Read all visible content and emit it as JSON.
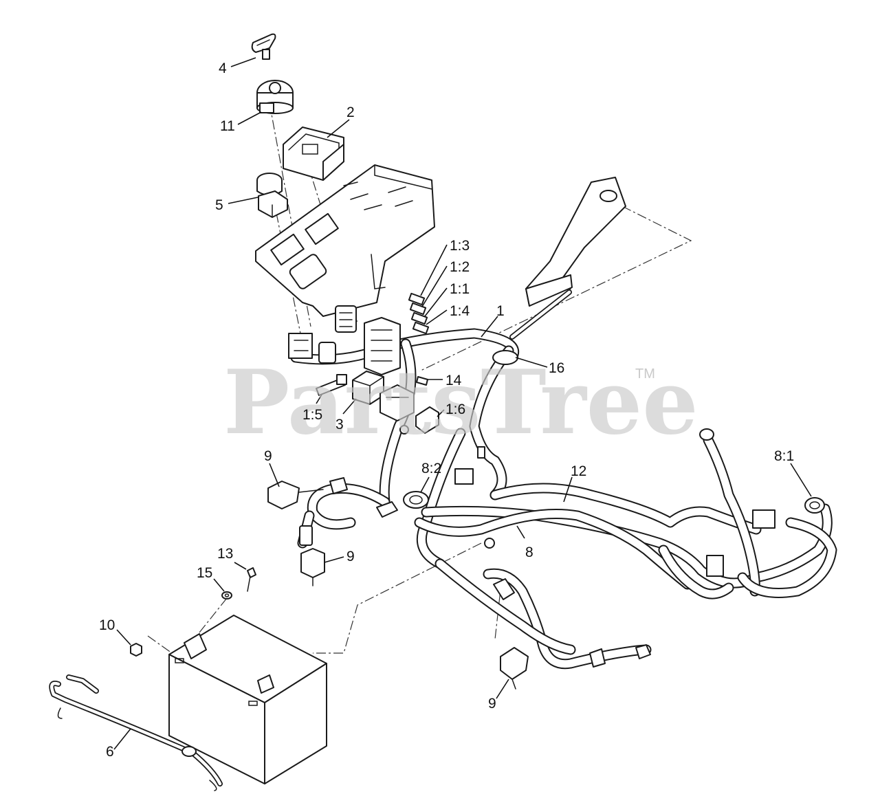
{
  "watermark": {
    "brand": "PartsTree",
    "mark": "TM"
  },
  "callouts": [
    {
      "id": "c-4",
      "text": "4"
    },
    {
      "id": "c-11",
      "text": "11"
    },
    {
      "id": "c-2",
      "text": "2"
    },
    {
      "id": "c-5",
      "text": "5"
    },
    {
      "id": "c-1-3",
      "text": "1:3"
    },
    {
      "id": "c-1-2",
      "text": "1:2"
    },
    {
      "id": "c-1-1",
      "text": "1:1"
    },
    {
      "id": "c-1-4",
      "text": "1:4"
    },
    {
      "id": "c-1",
      "text": "1"
    },
    {
      "id": "c-16",
      "text": "16"
    },
    {
      "id": "c-14",
      "text": "14"
    },
    {
      "id": "c-1-6",
      "text": "1:6"
    },
    {
      "id": "c-1-5",
      "text": "1:5"
    },
    {
      "id": "c-3",
      "text": "3"
    },
    {
      "id": "c-9a",
      "text": "9"
    },
    {
      "id": "c-8-2",
      "text": "8:2"
    },
    {
      "id": "c-12",
      "text": "12"
    },
    {
      "id": "c-8-1",
      "text": "8:1"
    },
    {
      "id": "c-8",
      "text": "8"
    },
    {
      "id": "c-9b",
      "text": "9"
    },
    {
      "id": "c-13",
      "text": "13"
    },
    {
      "id": "c-15",
      "text": "15"
    },
    {
      "id": "c-10",
      "text": "10"
    },
    {
      "id": "c-9c",
      "text": "9"
    },
    {
      "id": "c-6",
      "text": "6"
    }
  ]
}
